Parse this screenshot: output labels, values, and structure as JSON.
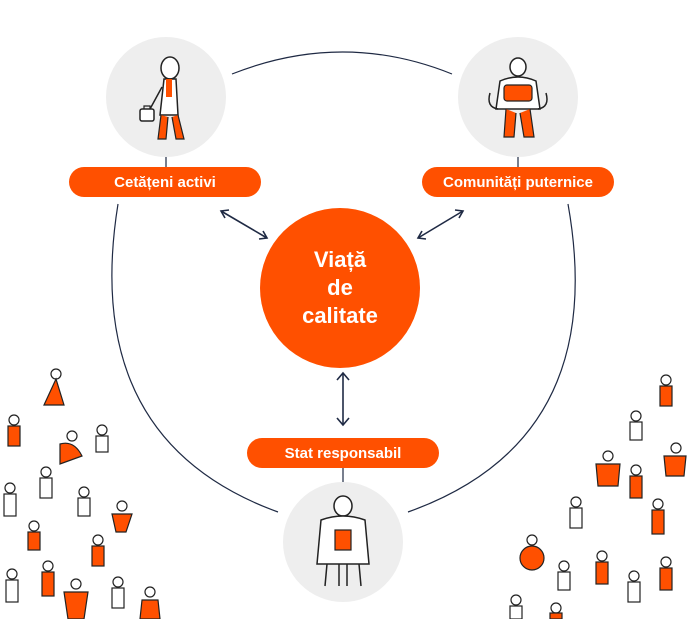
{
  "colors": {
    "accent": "#ff5000",
    "line": "#1f2a44",
    "avatar_bg": "#eeeeee"
  },
  "center": {
    "lines": [
      "Viață",
      "de",
      "calitate"
    ]
  },
  "nodes": {
    "citizens": {
      "label": "Cetățeni activi",
      "icon": "citizen-with-suitcase-icon"
    },
    "communities": {
      "label": "Comunități puternice",
      "icon": "person-carrying-basket-icon"
    },
    "state": {
      "label": "Stat responsabil",
      "icon": "official-holding-document-icon"
    }
  },
  "decorations": {
    "left": "crowd-illustration-left",
    "right": "crowd-illustration-right"
  }
}
